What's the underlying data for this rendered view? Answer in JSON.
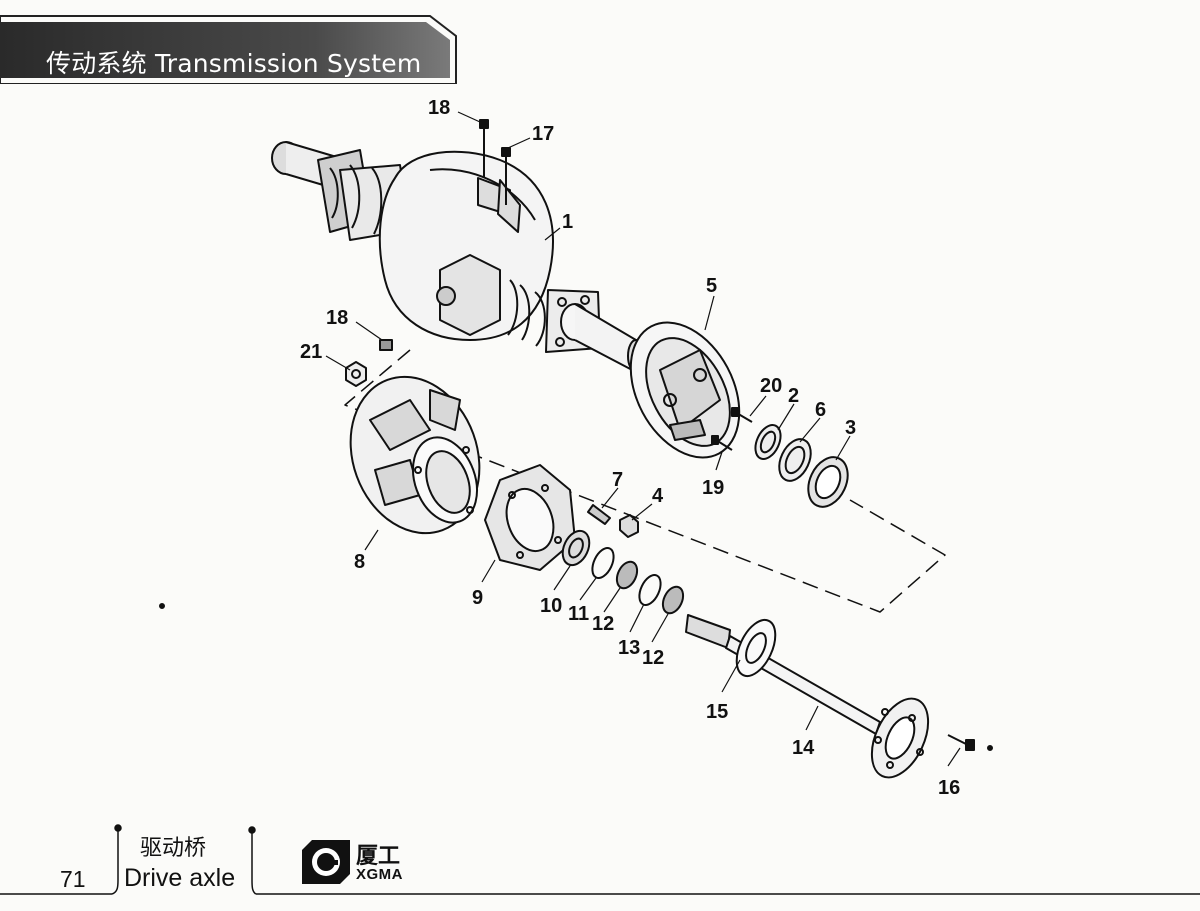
{
  "header": {
    "title": "传动系统  Transmission System"
  },
  "diagram": {
    "callouts": [
      {
        "id": "c18a",
        "label": "18"
      },
      {
        "id": "c17",
        "label": "17"
      },
      {
        "id": "c1",
        "label": "1"
      },
      {
        "id": "c5",
        "label": "5"
      },
      {
        "id": "c18b",
        "label": "18"
      },
      {
        "id": "c21",
        "label": "21"
      },
      {
        "id": "c20",
        "label": "20"
      },
      {
        "id": "c2",
        "label": "2"
      },
      {
        "id": "c6",
        "label": "6"
      },
      {
        "id": "c3",
        "label": "3"
      },
      {
        "id": "c7",
        "label": "7"
      },
      {
        "id": "c4",
        "label": "4"
      },
      {
        "id": "c19",
        "label": "19"
      },
      {
        "id": "c8",
        "label": "8"
      },
      {
        "id": "c9",
        "label": "9"
      },
      {
        "id": "c10",
        "label": "10"
      },
      {
        "id": "c11",
        "label": "11"
      },
      {
        "id": "c12a",
        "label": "12"
      },
      {
        "id": "c13",
        "label": "13"
      },
      {
        "id": "c12b",
        "label": "12"
      },
      {
        "id": "c15",
        "label": "15"
      },
      {
        "id": "c14",
        "label": "14"
      },
      {
        "id": "c16",
        "label": "16"
      }
    ]
  },
  "footer": {
    "page_number": "71",
    "section_cn": "驱动桥",
    "section_en": "Drive axle",
    "brand_cn": "厦工",
    "brand_en": "XGMA"
  }
}
